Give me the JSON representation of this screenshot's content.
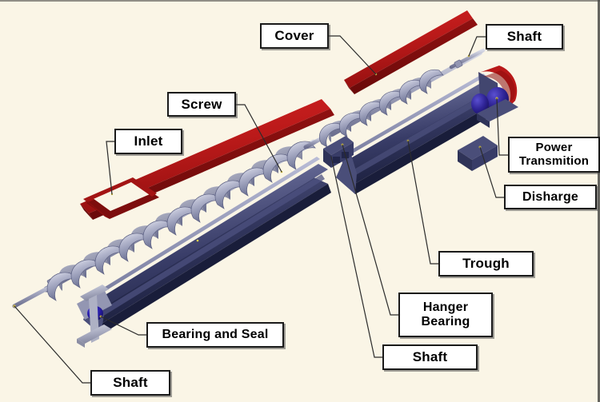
{
  "diagram": {
    "title": "Screw Conveyor Exploded Component Diagram",
    "background_color": "#faf5e6",
    "palette": {
      "cover_red": "#b81818",
      "cover_red_dark": "#8d0f0f",
      "trough_blue": "#3b3f6b",
      "trough_blue_dark": "#262a4e",
      "trough_blue_light": "#8f93b8",
      "screw_gray": "#a9abc4",
      "screw_gray_light": "#d6d8e6",
      "screw_gray_dark": "#6e7192",
      "bearing_blue": "#2a1e8c",
      "support_gray": "#b9bbcc",
      "label_border": "#1a1a1a",
      "label_fill": "#ffffff",
      "leader_line": "#2b2b2b"
    },
    "labels": [
      {
        "id": "cover",
        "text": "Cover"
      },
      {
        "id": "shaft_top",
        "text": "Shaft"
      },
      {
        "id": "screw",
        "text": "Screw"
      },
      {
        "id": "inlet",
        "text": "Inlet"
      },
      {
        "id": "power",
        "text": "Power\nTransmition"
      },
      {
        "id": "discharge",
        "text": "Disharge"
      },
      {
        "id": "trough",
        "text": "Trough"
      },
      {
        "id": "hanger",
        "text": "Hanger\nBearing"
      },
      {
        "id": "bearing_seal",
        "text": "Bearing and Seal"
      },
      {
        "id": "shaft_mid",
        "text": "Shaft"
      },
      {
        "id": "shaft_bot",
        "text": "Shaft"
      }
    ]
  }
}
